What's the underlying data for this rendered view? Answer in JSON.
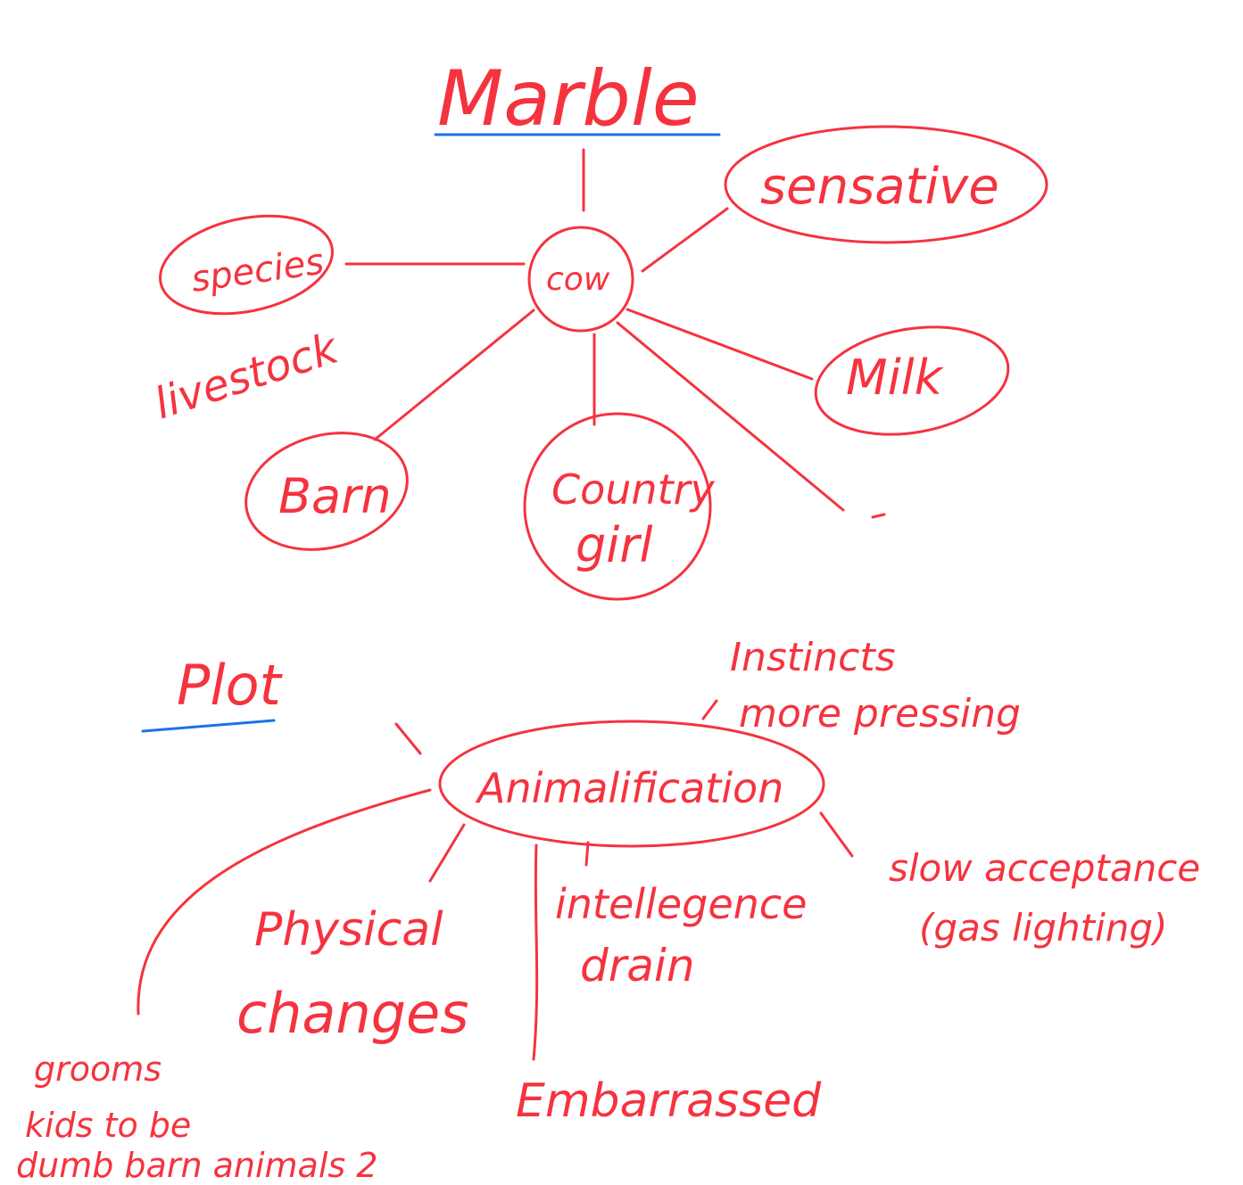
{
  "colors": {
    "ink": "#f5333f",
    "underline": "#1a73e8"
  },
  "title": "Marble",
  "center": "cow",
  "nodes": {
    "sensitive": "sensative",
    "species": "species",
    "livestock": "livestock",
    "milk": "Milk",
    "barn": "Barn",
    "country_girl_1": "Country",
    "country_girl_2": "girl",
    "dash": "-"
  },
  "plot": {
    "title": "Plot",
    "center": "Animalification",
    "instincts_1": "Instincts",
    "instincts_2": "more pressing",
    "physical_1": "Physical",
    "physical_2": "changes",
    "intelligence_1": "intellegence",
    "intelligence_2": "drain",
    "slow_1": "slow acceptance",
    "slow_2": "(gas lighting)",
    "embarrassed": "Embarrassed",
    "grooms_1": "grooms",
    "grooms_2": "kids to be",
    "grooms_3": "dumb barn animals 2"
  }
}
